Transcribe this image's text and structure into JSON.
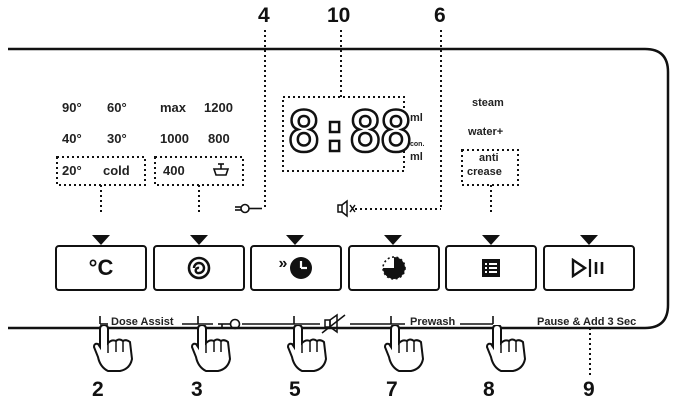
{
  "callouts": [
    "4",
    "10",
    "6",
    "2",
    "3",
    "5",
    "7",
    "8",
    "9"
  ],
  "temperature_options": [
    "90°",
    "60°",
    "40°",
    "30°",
    "20°",
    "cold"
  ],
  "spin_options": [
    "max",
    "1200",
    "1000",
    "800",
    "400"
  ],
  "display": {
    "digits": "8:88",
    "unit_ml": "ml",
    "unit_con": "con.",
    "unit_ml2": "ml"
  },
  "options": [
    "steam",
    "water+",
    "anti",
    "crease"
  ],
  "buttons": [
    {
      "icon": "celsius-icon",
      "label": "°C"
    },
    {
      "icon": "spin-icon",
      "label": ""
    },
    {
      "icon": "delay-end-icon",
      "label": "»"
    },
    {
      "icon": "quarter-clock-icon",
      "label": ""
    },
    {
      "icon": "option-list-icon",
      "label": ""
    },
    {
      "icon": "start-pause-icon",
      "label": "▷|II"
    }
  ],
  "bottom_labels": {
    "dose_assist": "Dose Assist",
    "prewash": "Prewash",
    "pause_add": "Pause & Add 3 Sec"
  }
}
